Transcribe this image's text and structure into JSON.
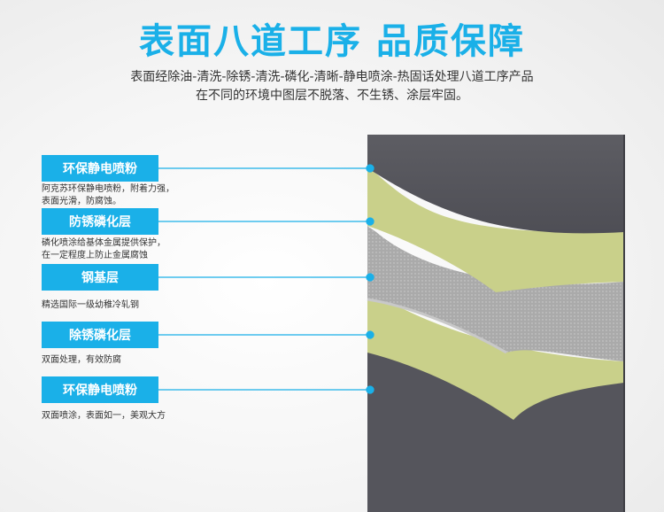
{
  "title": "表面八道工序  品质保障",
  "subtitle": {
    "line1": "表面经除油-清洗-除锈-清洗-磷化-清晰-静电喷涂-热固话处理八道工序产品",
    "line2": "在不同的环境中图层不脱落、不生锈、涂层牢固。"
  },
  "layers": [
    {
      "label": "环保静电喷粉",
      "desc": [
        "阿克苏环保静电喷粉，附着力强，",
        "表面光滑，防腐蚀。"
      ]
    },
    {
      "label": "防锈磷化层",
      "desc": [
        "磷化喷涂给基体金属提供保护，",
        "在一定程度上防止金属腐蚀"
      ]
    },
    {
      "label": "钢基层",
      "desc": [
        "精选国际一级幼稚冷轧钢"
      ]
    },
    {
      "label": "除锈磷化层",
      "desc": [
        "双面处理，有效防腐"
      ]
    },
    {
      "label": "环保静电喷粉",
      "desc": [
        "双面喷涂，表面如一，美观大方"
      ]
    }
  ],
  "colors": {
    "accent": "#1ab0e8",
    "coating": "#55555c",
    "phosphate": "#c9d08a",
    "steel": "#a9a9a9"
  }
}
